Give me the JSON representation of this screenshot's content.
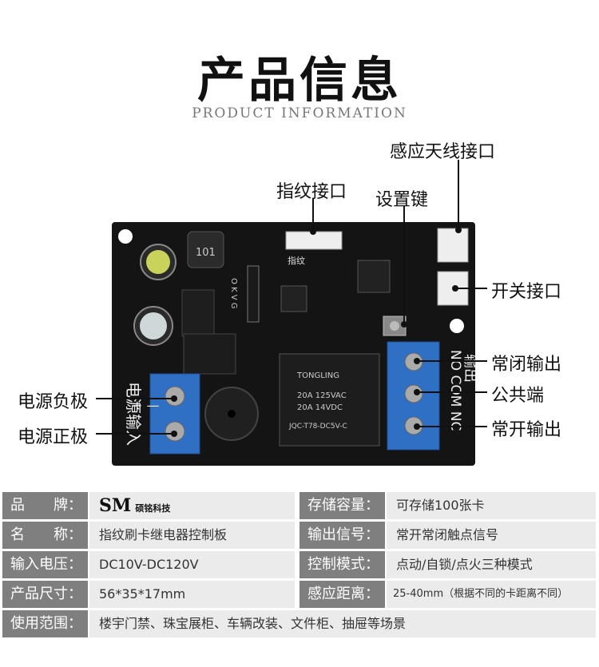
{
  "header": {
    "title": "产品信息",
    "subtitle": "PRODUCT INFORMATION"
  },
  "callouts": {
    "antenna": "感应天线接口",
    "fingerprint": "指纹接口",
    "set_key": "设置键",
    "switch": "开关接口",
    "nc_output": "常闭输出",
    "common": "公共端",
    "no_output": "常开输出",
    "power_neg": "电源负极",
    "power_pos": "电源正极"
  },
  "board": {
    "silk_power": "电源输入",
    "silk_pm": "+ —",
    "silk_nocomnc": "NO COM NC",
    "silk_output": "输出",
    "silk_fingerprint": "指纹",
    "silk_okvg": "O K V G",
    "silk_101": "101",
    "relay_brand": "TONGLING",
    "relay_line1": "20A 125VAC",
    "relay_line2": "20A 14VDC",
    "relay_model": "JQC-T78-DC5V-C"
  },
  "specs": {
    "rows": [
      {
        "l1": "品　　牌：",
        "v1": "",
        "l2": "存储容量：",
        "v2": "可存储100张卡"
      },
      {
        "l1": "名　　称：",
        "v1": "指纹刷卡继电器控制板",
        "l2": "输出信号：",
        "v2": "常开常闭触点信号"
      },
      {
        "l1": "输入电压：",
        "v1": "DC10V-DC120V",
        "l2": "控制模式：",
        "v2": "点动/自锁/点火三种模式"
      },
      {
        "l1": "产品尺寸：",
        "v1": "56*35*17mm",
        "l2": "感应距离：",
        "v2": "25-40mm（根据不同的卡距离不同）"
      }
    ],
    "last": {
      "l": "使用范围：",
      "v": "楼宇门禁、珠宝展柜、车辆改装、文件柜、抽屉等场景"
    },
    "brand_logo": "SM",
    "brand_name": "硕铭科技"
  }
}
